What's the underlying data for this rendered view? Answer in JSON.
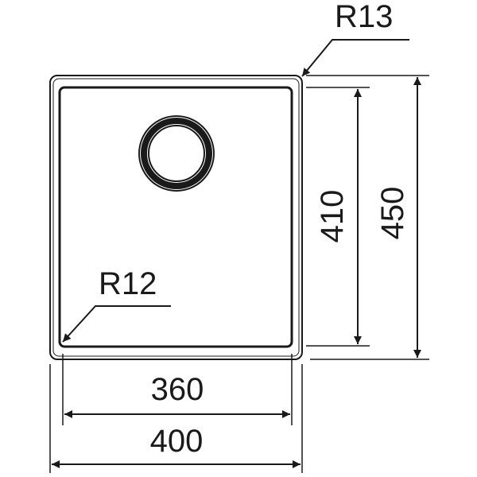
{
  "drawing": {
    "outer_corner_radius_label": "R13",
    "inner_corner_radius_label": "R12",
    "inner_width_label": "360",
    "outer_width_label": "400",
    "inner_height_label": "410",
    "outer_height_label": "450"
  },
  "colors": {
    "line": "#1a1a1a",
    "background": "#ffffff"
  }
}
